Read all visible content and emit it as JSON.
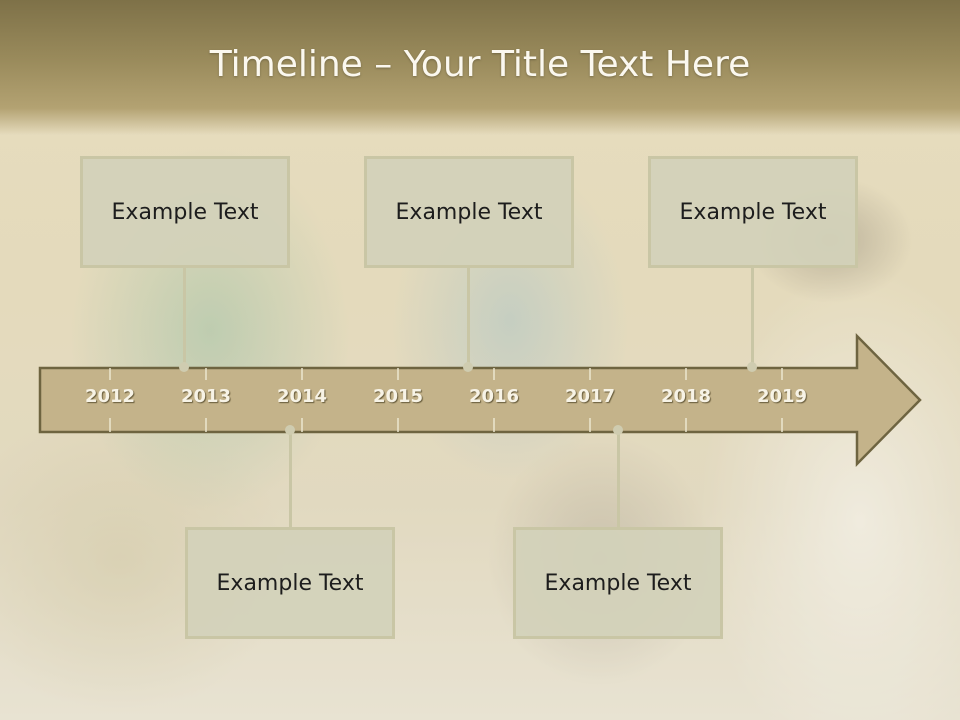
{
  "slide": {
    "title": "Timeline – Your Title Text Here",
    "accent_color": "#c4b38a",
    "years": [
      "2012",
      "2013",
      "2014",
      "2015",
      "2016",
      "2017",
      "2018",
      "2019"
    ],
    "events_top": [
      {
        "text": "Example Text"
      },
      {
        "text": "Example Text"
      },
      {
        "text": "Example Text"
      }
    ],
    "events_bottom": [
      {
        "text": "Example Text"
      },
      {
        "text": "Example Text"
      }
    ]
  }
}
